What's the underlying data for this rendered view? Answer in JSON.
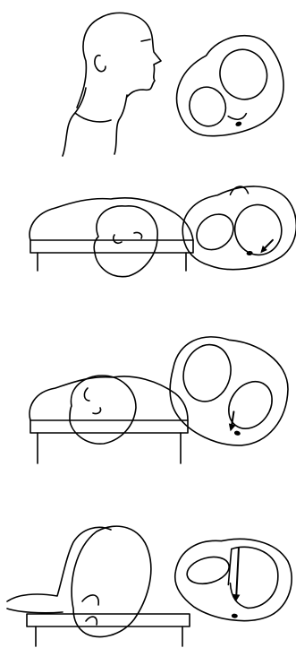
{
  "figure": {
    "steps": [
      {
        "name": "head-upright",
        "view": "sagittal"
      },
      {
        "name": "supine-right",
        "view": "supine"
      },
      {
        "name": "supine-left",
        "view": "supine"
      },
      {
        "name": "head-down-prone",
        "view": "prone"
      }
    ]
  },
  "colors": {
    "ink": "#000000",
    "background": "#ffffff"
  }
}
